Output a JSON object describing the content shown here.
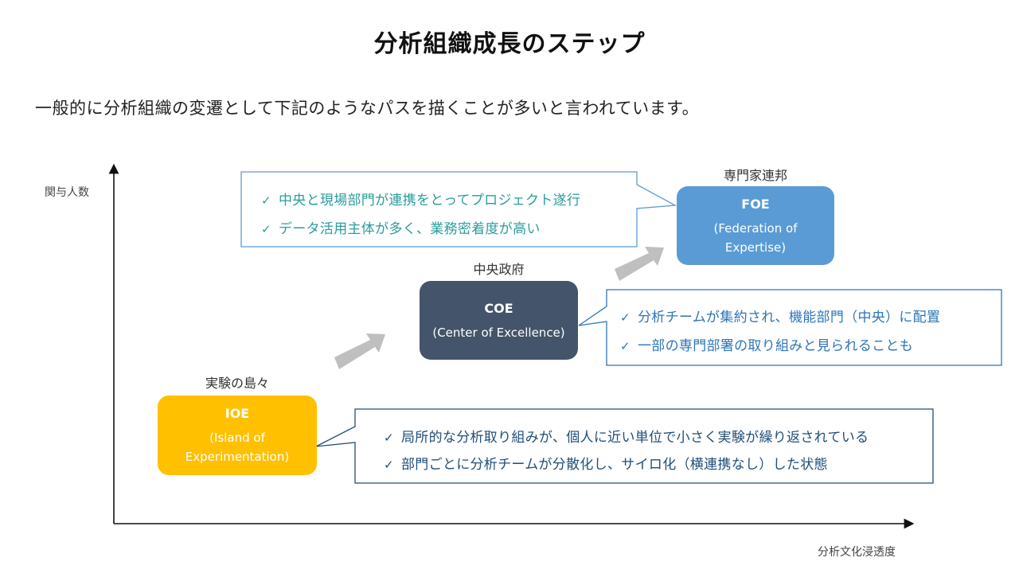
{
  "title": "分析組織成長のステップ",
  "subtitle": "一般的に分析組織の変遷として下記のようなパスを描くことが多いと言われています。",
  "axes": {
    "y_label": "関与人数",
    "x_label": "分析文化浸透度"
  },
  "check_mark": "✓",
  "stages": [
    {
      "label": "実験の島々",
      "abbr": "IOE",
      "full_line1": "(Island of",
      "full_line2": "Experimentation)",
      "color": "#FFC000",
      "bullets": [
        "局所的な分析取り組みが、個人に近い単位で小さく実験が繰り返されている",
        "部門ごとに分析チームが分散化し、サイロ化（横連携なし）した状態"
      ]
    },
    {
      "label": "中央政府",
      "abbr": "COE",
      "full_line1": "(Center of Excellence)",
      "full_line2": "",
      "color": "#44546A",
      "bullets": [
        "分析チームが集約され、機能部門（中央）に配置",
        "一部の専門部署の取り組みと見られることも"
      ]
    },
    {
      "label": "専門家連邦",
      "abbr": "FOE",
      "full_line1": "(Federation of",
      "full_line2": "Expertise)",
      "color": "#5B9BD5",
      "bullets": [
        "中央と現場部門が連携をとってプロジェクト遂行",
        "データ活用主体が多く、業務密着度が高い"
      ]
    }
  ],
  "colors": {
    "ioe_text": "#1F4E79",
    "coe_text": "#2E75B6",
    "foe_text": "#2A9D9C",
    "arrow": "#BFBFBF"
  }
}
